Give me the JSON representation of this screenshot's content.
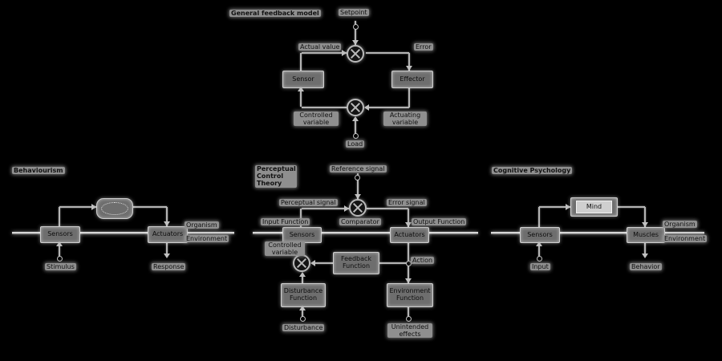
{
  "colors": {
    "background": "#000000",
    "line": "#b4b4b4",
    "label_background": "#8f8f8f",
    "label_text": "#111111",
    "box_background": "#6e6e6e",
    "box_border": "#cfcfcf",
    "membrane_line": "#ffffff"
  },
  "general": {
    "title": "General feedback model",
    "setpoint": "Setpoint",
    "actual_value": "Actual value",
    "error": "Error",
    "sensor": "Sensor",
    "effector": "Effector",
    "controlled_variable": "Controlled variable",
    "actuating_variable": "Actuating variable",
    "load": "Load"
  },
  "behaviourism": {
    "title": "Behaviourism",
    "sensors": "Sensors",
    "actuators": "Actuators",
    "organism": "Organism",
    "environment": "Environment",
    "stimulus": "Stimulus",
    "response": "Response"
  },
  "pct": {
    "title": "Perceptual Control Theory",
    "reference_signal": "Reference signal",
    "comparator": "Comparator",
    "perceptual_signal": "Perceptual signal",
    "error_signal": "Error signal",
    "input_function": "Input Function",
    "output_function": "Output Function",
    "sensors": "Sensors",
    "actuators": "Actuators",
    "controlled_variable": "Controlled variable",
    "feedback_function": "Feedback Function",
    "action": "Action",
    "disturbance_function": "Disturbance Function",
    "environment_function": "Environment Function",
    "disturbance": "Disturbance",
    "unintended_effects": "Unintended effects"
  },
  "cognitive": {
    "title": "Cognitive Psychology",
    "mind": "Mind",
    "sensors": "Sensors",
    "muscles": "Muscles",
    "organism": "Organism",
    "environment": "Environment",
    "input": "Input",
    "behavior": "Behavior"
  }
}
